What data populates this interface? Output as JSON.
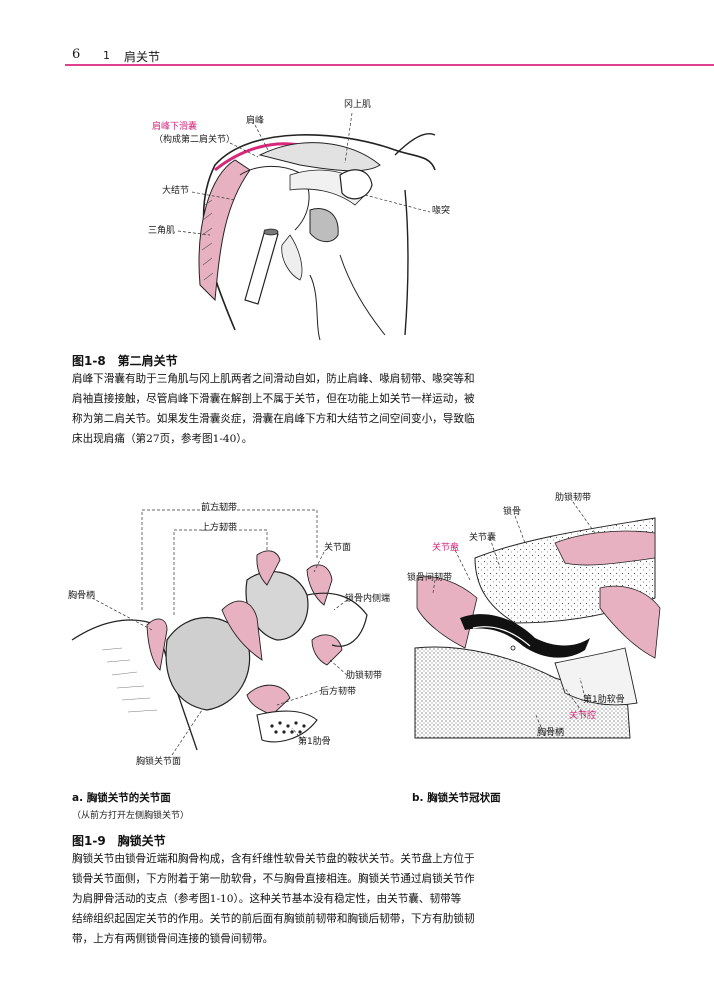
{
  "header": {
    "page_number": "6",
    "chapter_number": "1",
    "chapter_title": "肩关节"
  },
  "figure_1_8": {
    "labels": {
      "subacromial_bursa": "肩峰下滑囊",
      "second_joint_note": "（构成第二肩关节）",
      "acromion": "肩峰",
      "supraspinatus": "冈上肌",
      "greater_tubercle": "大结节",
      "deltoid": "三角肌",
      "coracoid": "喙突"
    },
    "caption_title": "图1-8　第二肩关节",
    "caption_lines": [
      "肩峰下滑囊有助于三角肌与冈上肌两者之间滑动自如，防止肩峰、喙肩韧带、喙突等和",
      "肩袖直接接触，尽管肩峰下滑囊在解剖上不属于关节，但在功能上如关节一样运动，被",
      "称为第二肩关节。如果发生滑囊炎症，滑囊在肩峰下方和大结节之间空间变小，导致临",
      "床出现肩痛（第27页，参考图1-40）。"
    ]
  },
  "figure_1_9a": {
    "labels": {
      "anterior_ligament": "前方韧带",
      "superior_ligament": "上方韧带",
      "articular_surface": "关节面",
      "manubrium": "胸骨柄",
      "medial_clavicle": "锁骨内侧端",
      "costoclavicular": "肋锁韧带",
      "posterior_ligament": "后方韧带",
      "first_rib": "第1肋骨",
      "sc_articular_surface": "胸锁关节面"
    },
    "subcaption": "a. 胸锁关节的关节面",
    "subnote": "（从前方打开左侧胸锁关节）"
  },
  "figure_1_9b": {
    "labels": {
      "costoclavicular": "肋锁韧带",
      "clavicle": "锁骨",
      "joint_capsule": "关节囊",
      "articular_disc": "关节盘",
      "interclavicular": "锁骨间韧带",
      "first_costal_cartilage": "第1肋软骨",
      "joint_cavity": "关节腔",
      "manubrium": "胸骨柄"
    },
    "subcaption": "b. 胸锁关节冠状面"
  },
  "figure_1_9": {
    "caption_title": "图1-9　胸锁关节",
    "caption_lines": [
      "胸锁关节由锁骨近端和胸骨构成，含有纤维性软骨关节盘的鞍状关节。关节盘上方位于",
      "锁骨关节面侧，下方附着于第一肋软骨，不与胸骨直接相连。胸锁关节通过肩锁关节作",
      "为肩胛骨活动的支点（参考图1-10）。这种关节基本没有稳定性，由关节囊、韧带等",
      "结缔组织起固定关节的作用。关节的前后面有胸锁前韧带和胸锁后韧带，下方有肋锁韧",
      "带，上方有两侧锁骨间连接的锁骨间韧带。"
    ]
  },
  "colors": {
    "accent": "#e0418e",
    "tissue": "#e7b1c2",
    "bone": "#cfcfcf"
  }
}
